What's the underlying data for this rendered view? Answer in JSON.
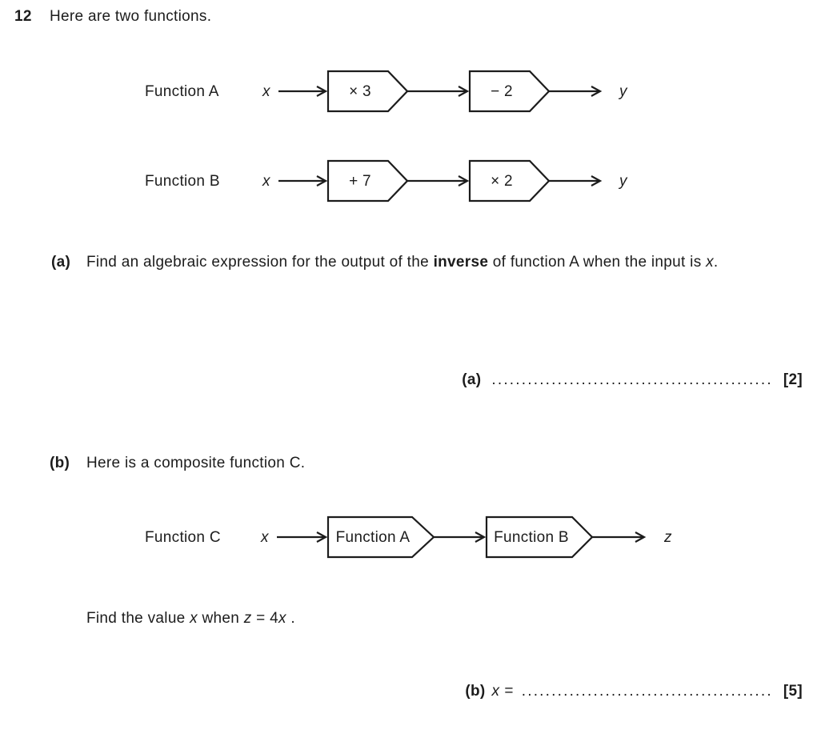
{
  "question": {
    "number": "12",
    "intro": "Here are two functions."
  },
  "machines": [
    {
      "label": "Function A",
      "input": "x",
      "stage1": "× 3",
      "stage2": "− 2",
      "output": "y"
    },
    {
      "label": "Function B",
      "input": "x",
      "stage1": "+ 7",
      "stage2": "× 2",
      "output": "y"
    },
    {
      "label": "Function C",
      "input": "x",
      "stage1": "Function A",
      "stage2": "Function B",
      "output": "z"
    }
  ],
  "part_a": {
    "label": "(a)",
    "text_1": "Find an algebraic expression for the output of the ",
    "text_bold": "inverse",
    "text_2": " of function A when the input is ",
    "text_var": "x",
    "text_3": ".",
    "answer": {
      "label": "(a)",
      "dots": "...............................................",
      "marks": "[2]"
    }
  },
  "part_b": {
    "label": "(b)",
    "intro": "Here is a composite function C.",
    "find": {
      "t1": "Find the value ",
      "v1": "x",
      "t2": " when ",
      "v2": "z",
      "t3": " = 4",
      "v3": "x",
      "t4": " ."
    },
    "answer": {
      "label": "(b)",
      "var": "x",
      "equals": "=",
      "dots": "..........................................",
      "marks": "[5]"
    }
  }
}
